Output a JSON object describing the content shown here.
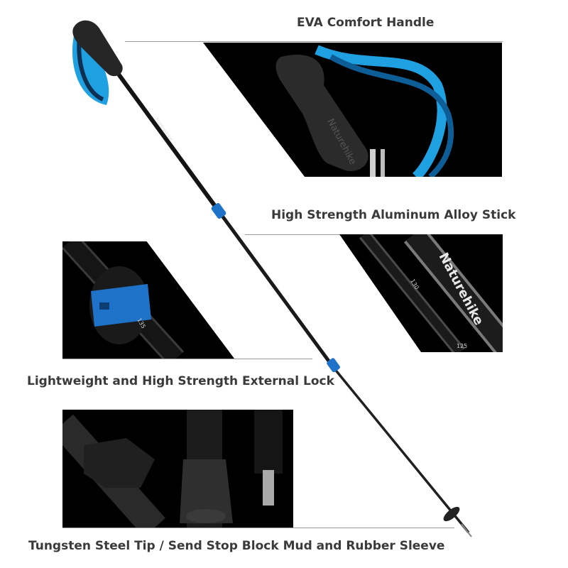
{
  "captions": {
    "handle": "EVA Comfort Handle",
    "stick": "High Strength Aluminum Alloy Stick",
    "lock": "Lightweight and High Strength External Lock",
    "tip": "Tungsten Steel Tip / Send Stop Block Mud and Rubber Sleeve"
  },
  "brand_text": "Naturehike",
  "scale_marks": [
    "130",
    "135",
    "125"
  ],
  "colors": {
    "accent_blue": "#1e73c8",
    "strap_blue": "#1fa0e0",
    "panel_bg": "#000000",
    "caption_text": "#3a3a3a"
  }
}
